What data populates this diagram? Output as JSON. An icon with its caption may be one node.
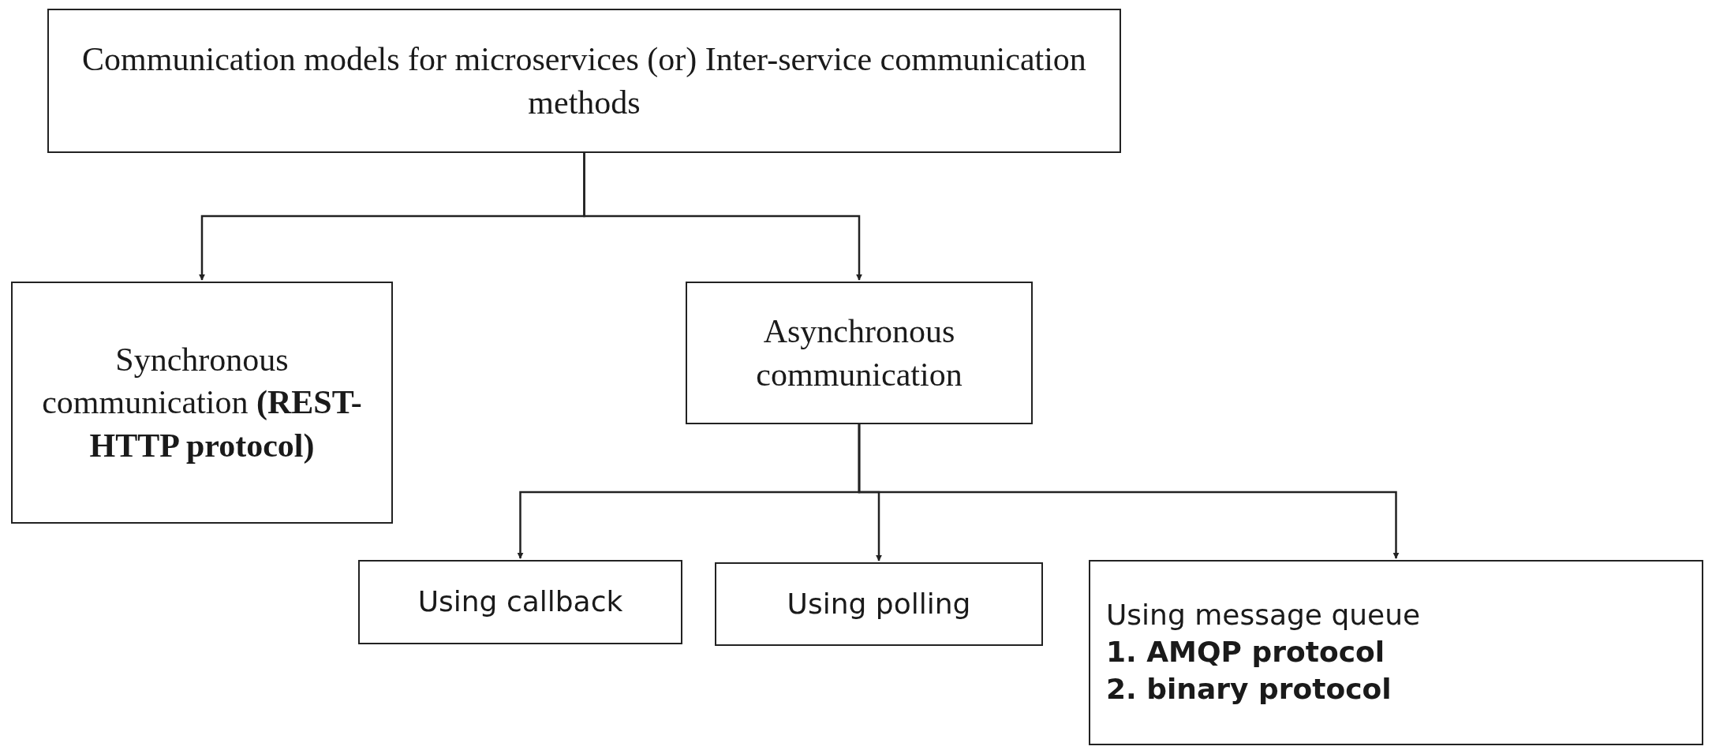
{
  "diagram": {
    "nodes": [
      {
        "text": [
          "Communication models for microservices (or) Inter-service communication methods"
        ]
      },
      {
        "text": [
          "Synchronous communication **(REST-HTTP protocol)**"
        ]
      },
      {
        "text": [
          "Asynchronous communication"
        ]
      },
      {
        "text": [
          "Using callback"
        ]
      },
      {
        "text": [
          "Using polling"
        ]
      },
      {
        "text": [
          "Using message queue",
          "1. AMQP protocol",
          "2. binary protocol"
        ]
      }
    ],
    "edges": [
      {
        "from": 0,
        "to": 1,
        "arrow": "to"
      },
      {
        "from": 0,
        "to": 2,
        "arrow": "to"
      },
      {
        "from": 2,
        "to": 3,
        "arrow": "to"
      },
      {
        "from": 2,
        "to": 4,
        "arrow": "to"
      },
      {
        "from": 2,
        "to": 5,
        "arrow": "to"
      }
    ]
  }
}
